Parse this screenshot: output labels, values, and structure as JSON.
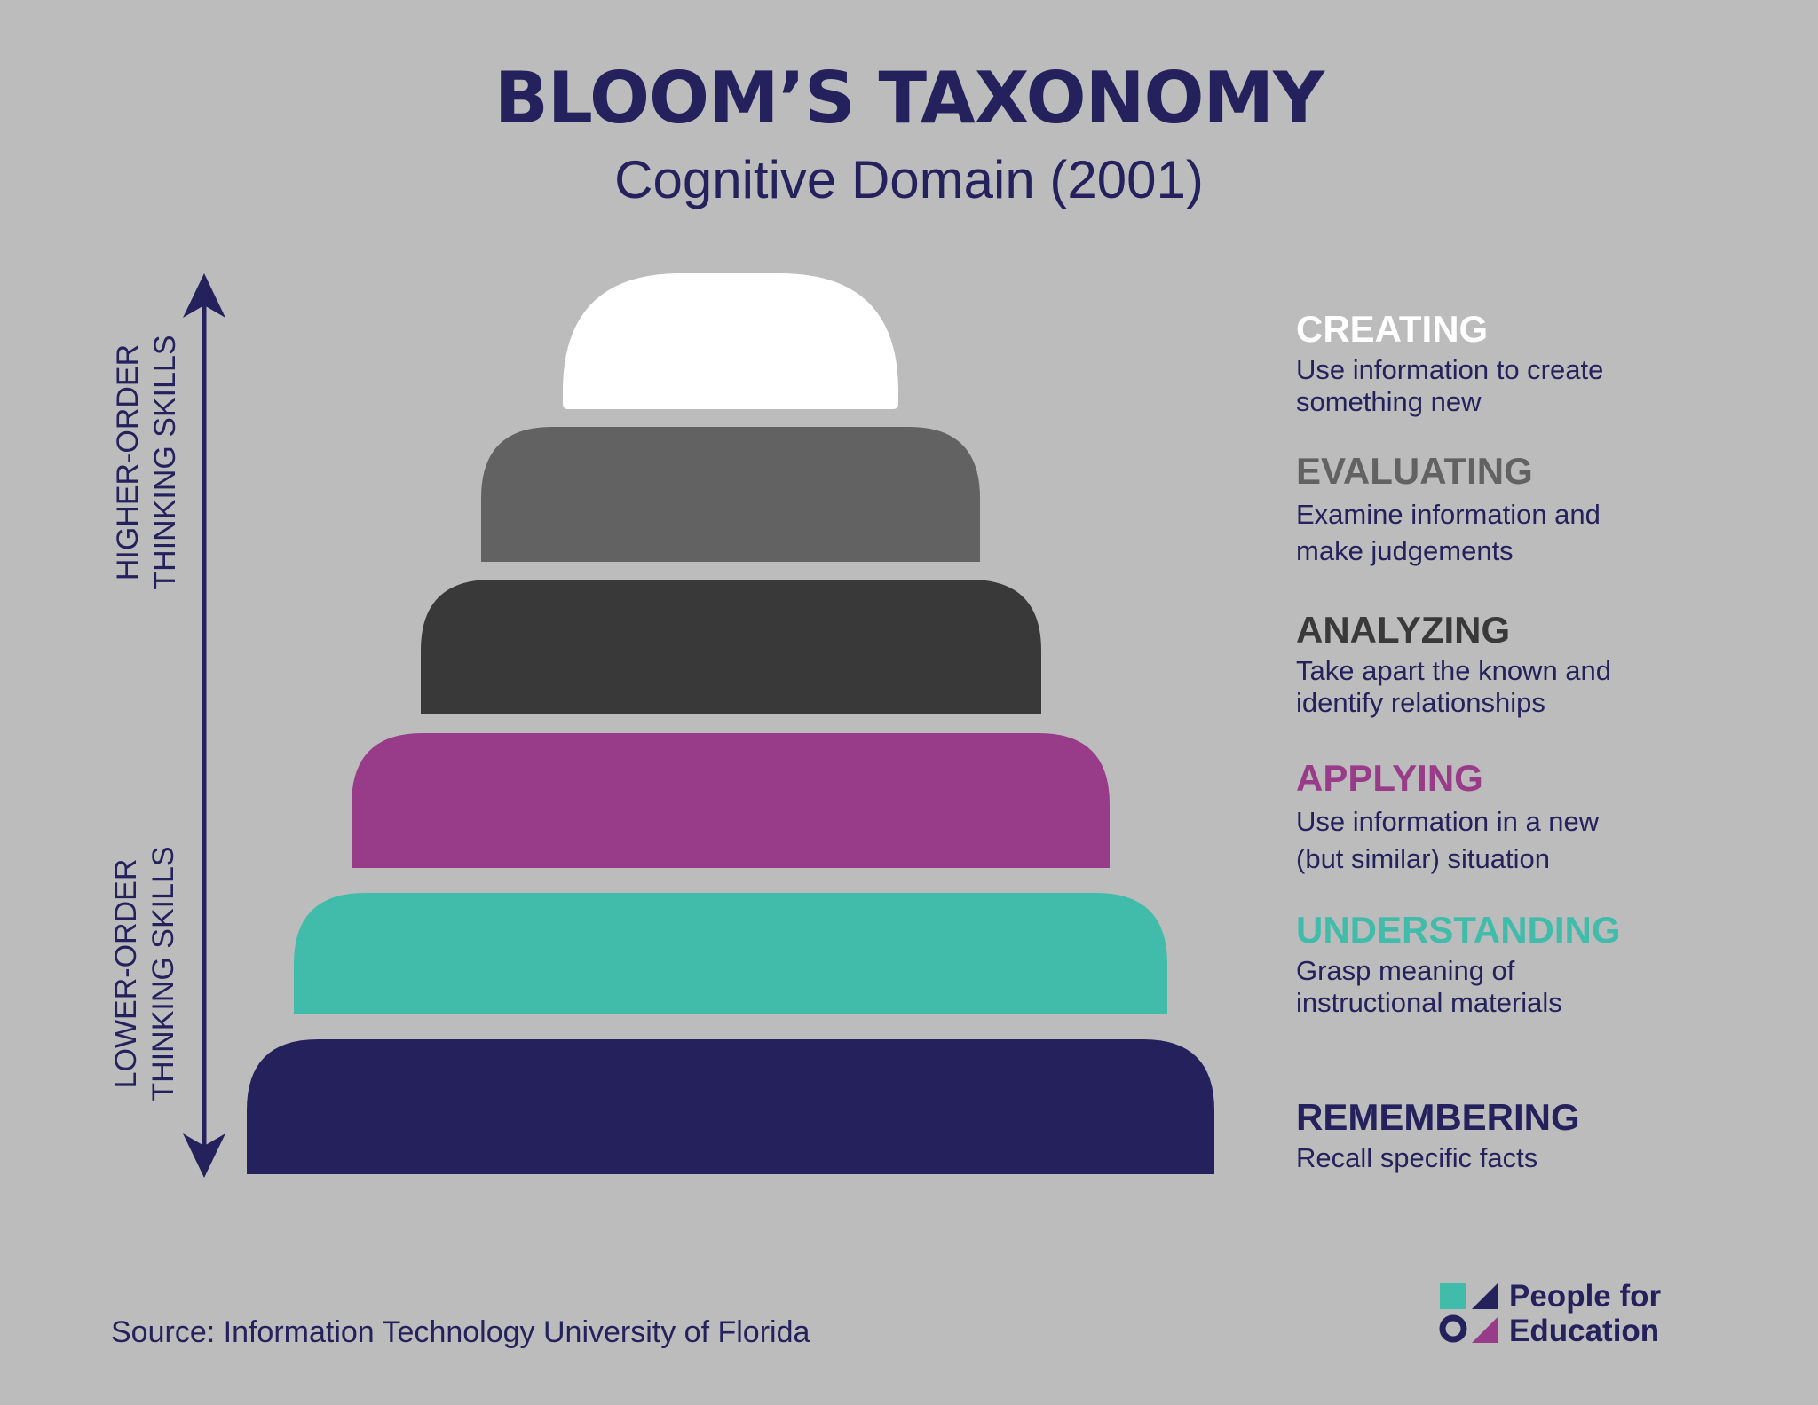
{
  "header": {
    "title": "BLOOM’S TAXONOMY",
    "subtitle": "Cognitive Domain (2001)"
  },
  "axis": {
    "higher_line1": "HIGHER-ORDER",
    "higher_line2": "THINKING SKILLS",
    "lower_line1": "LOWER-ORDER",
    "lower_line2": "THINKING SKILLS",
    "color": "#24215c"
  },
  "levels": [
    {
      "name": "CREATING",
      "desc_line1": "Use information to create",
      "desc_line2": "something new",
      "color": "#ffffff"
    },
    {
      "name": "EVALUATING",
      "desc_line1": "Examine information and",
      "desc_line2": "make judgements",
      "color": "#626262"
    },
    {
      "name": "ANALYZING",
      "desc_line1": "Take apart the known and",
      "desc_line2": "identify relationships",
      "color": "#393939"
    },
    {
      "name": "APPLYING",
      "desc_line1": "Use information in a new",
      "desc_line2": "(but similar) situation",
      "color": "#983c8a"
    },
    {
      "name": "UNDERSTANDING",
      "desc_line1": "Grasp meaning of",
      "desc_line2": "instructional materials",
      "color": "#41bcab"
    },
    {
      "name": "REMEMBERING",
      "desc_line1": "Recall specific facts",
      "desc_line2": "",
      "color": "#24215c"
    }
  ],
  "footer": {
    "source": "Source: Information Technology University of Florida"
  },
  "logo": {
    "line1": "People for",
    "line2": "Education"
  }
}
